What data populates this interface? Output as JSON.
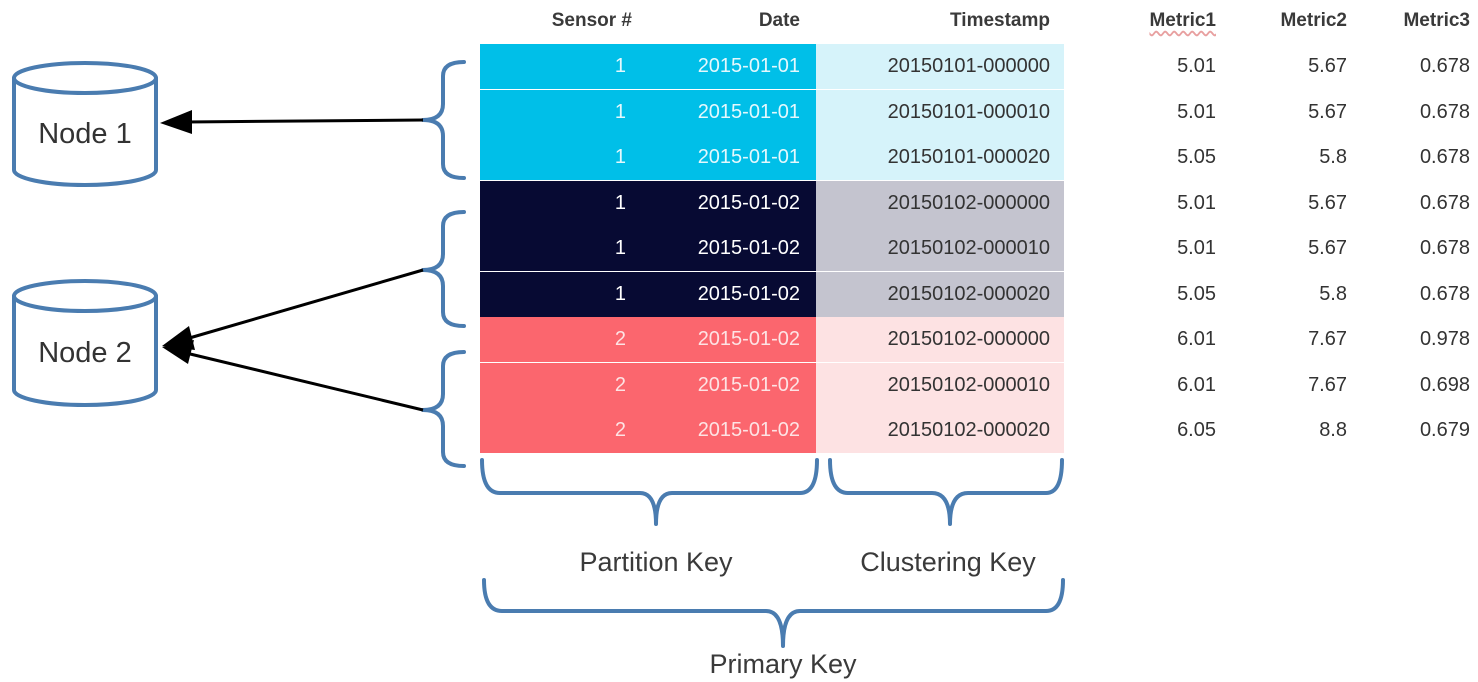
{
  "headers": {
    "sensor": "Sensor #",
    "date": "Date",
    "timestamp": "Timestamp",
    "metric1": "Metric1",
    "metric2": "Metric2",
    "metric3": "Metric3"
  },
  "nodes": {
    "node1": "Node 1",
    "node2": "Node 2"
  },
  "keys": {
    "partition": "Partition Key",
    "clustering": "Clustering Key",
    "primary": "Primary Key"
  },
  "colors": {
    "partition_blue": "#00bfe8",
    "cluster_blue": "#d6f3fa",
    "partition_navy": "#070a33",
    "cluster_navy": "#c4c4cf",
    "partition_red": "#fb666e",
    "cluster_red": "#fde2e3",
    "bracket": "#4a7cb0"
  },
  "rows": [
    {
      "sensor": "1",
      "date": "2015-01-01",
      "timestamp": "20150101-000000",
      "m1": "5.01",
      "m2": "5.67",
      "m3": "0.678"
    },
    {
      "sensor": "1",
      "date": "2015-01-01",
      "timestamp": "20150101-000010",
      "m1": "5.01",
      "m2": "5.67",
      "m3": "0.678"
    },
    {
      "sensor": "1",
      "date": "2015-01-01",
      "timestamp": "20150101-000020",
      "m1": "5.05",
      "m2": "5.8",
      "m3": "0.678"
    },
    {
      "sensor": "1",
      "date": "2015-01-02",
      "timestamp": "20150102-000000",
      "m1": "5.01",
      "m2": "5.67",
      "m3": "0.678"
    },
    {
      "sensor": "1",
      "date": "2015-01-02",
      "timestamp": "20150102-000010",
      "m1": "5.01",
      "m2": "5.67",
      "m3": "0.678"
    },
    {
      "sensor": "1",
      "date": "2015-01-02",
      "timestamp": "20150102-000020",
      "m1": "5.05",
      "m2": "5.8",
      "m3": "0.678"
    },
    {
      "sensor": "2",
      "date": "2015-01-02",
      "timestamp": "20150102-000000",
      "m1": "6.01",
      "m2": "7.67",
      "m3": "0.978"
    },
    {
      "sensor": "2",
      "date": "2015-01-02",
      "timestamp": "20150102-000010",
      "m1": "6.01",
      "m2": "7.67",
      "m3": "0.698"
    },
    {
      "sensor": "2",
      "date": "2015-01-02",
      "timestamp": "20150102-000020",
      "m1": "6.05",
      "m2": "8.8",
      "m3": "0.679"
    }
  ],
  "row_groups": [
    {
      "partition_color": "#00bfe8",
      "cluster_color": "#d6f3fa",
      "partition_text_color": "#e4f8fd"
    },
    {
      "partition_color": "#070a33",
      "cluster_color": "#c4c4cf",
      "partition_text_color": "#ffffff"
    },
    {
      "partition_color": "#fb666e",
      "cluster_color": "#fde2e3",
      "partition_text_color": "#fde3e4"
    }
  ]
}
